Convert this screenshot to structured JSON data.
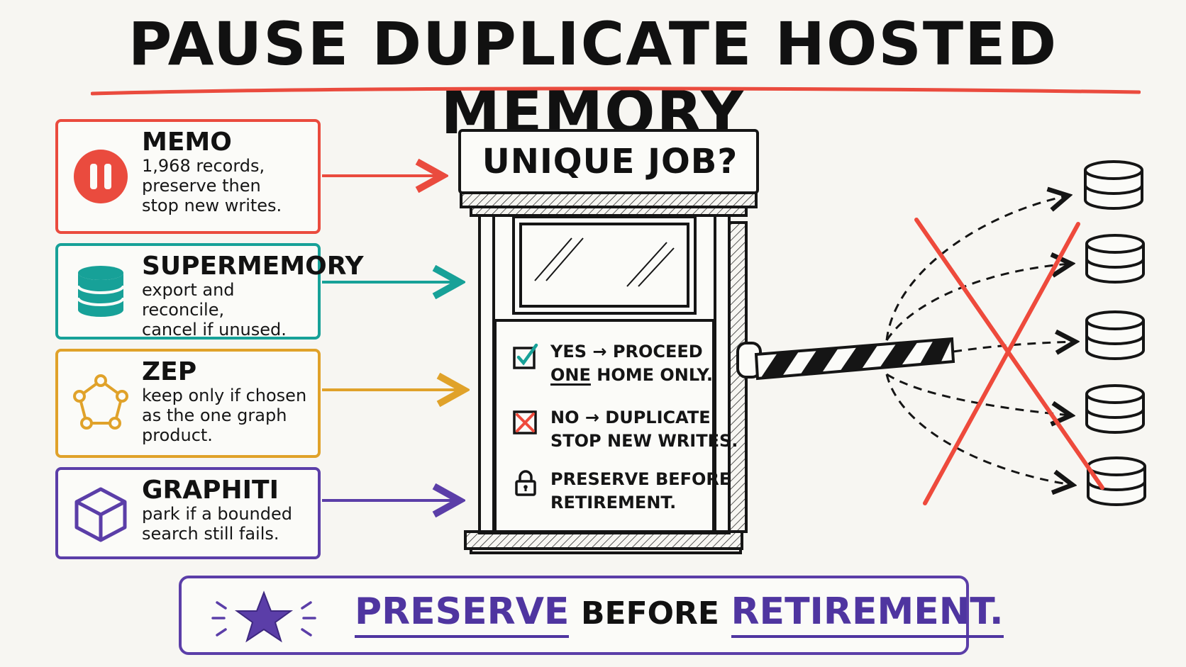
{
  "title": "Pause Duplicate Hosted Memory",
  "colors": {
    "memo": "#ea4b3e",
    "supermemory": "#17a198",
    "zep": "#e0a22a",
    "graphiti": "#5b3ea8",
    "cross": "#ee4a3c",
    "ink": "#151515"
  },
  "cards": {
    "memo": {
      "name": "Memo",
      "desc": "1,968 records,\npreserve then\nstop new writes.",
      "icon": "pause-icon"
    },
    "supermemory": {
      "name": "Supermemory",
      "desc": "export and reconcile,\ncancel if unused.",
      "icon": "database-icon"
    },
    "zep": {
      "name": "Zep",
      "desc": "keep only if chosen\nas the one graph\nproduct.",
      "icon": "graph-nodes-icon"
    },
    "graphiti": {
      "name": "Graphiti",
      "desc": "park if a bounded\nsearch still fails.",
      "icon": "cube-icon"
    }
  },
  "gate": {
    "sign": "UNIQUE JOB?",
    "yes": {
      "line1": "Yes → Proceed",
      "line2_underlined": "One",
      "line2_rest": " home only.",
      "icon": "checkbox-checked-icon"
    },
    "no": {
      "line1": "No → Duplicate",
      "line2": "Stop new writes.",
      "icon": "checkbox-crossed-icon"
    },
    "preserve": {
      "line1": "Preserve before",
      "line2": "retirement.",
      "icon": "lock-icon"
    }
  },
  "footer": {
    "word1": "Preserve",
    "word2": "before",
    "word3": "retirement.",
    "icon": "star-icon"
  }
}
